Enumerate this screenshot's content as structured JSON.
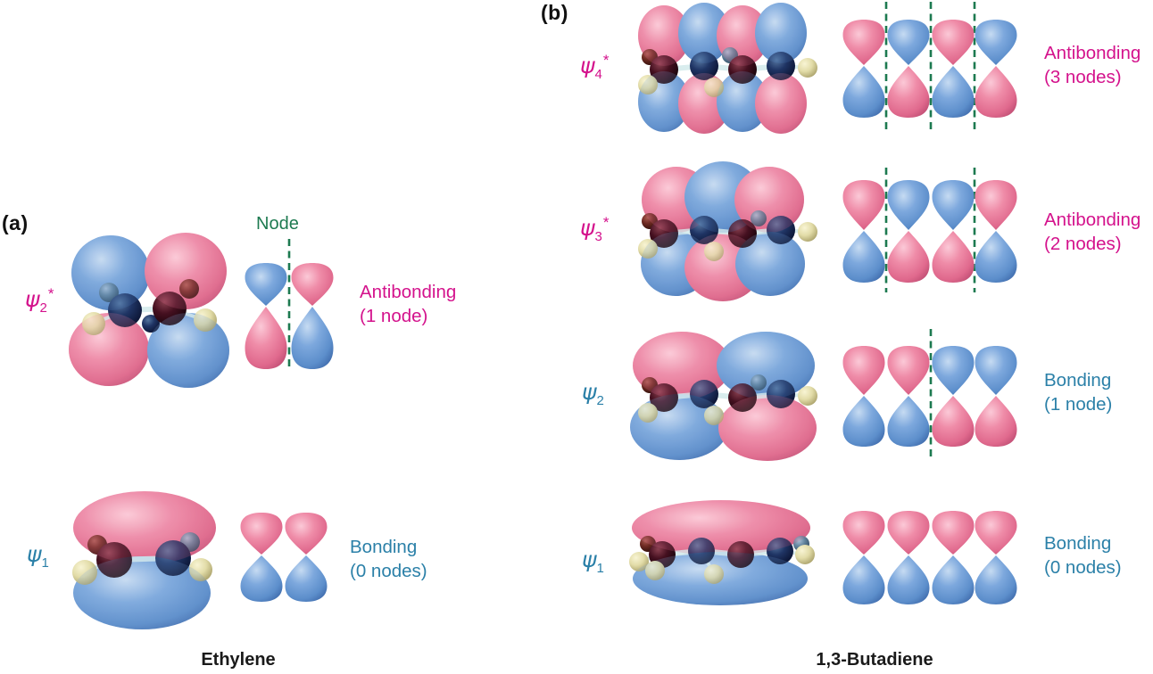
{
  "figure": {
    "panel_a_label": "(a)",
    "panel_b_label": "(b)",
    "node_annotation": "Node"
  },
  "colors": {
    "antibonding_text": "#d4128c",
    "bonding_text": "#2b80a8",
    "node_green": "#1d7a50",
    "lobe_pink": "#ec7f9e",
    "lobe_blue": "#6f9fd6",
    "carbon_dark": "#2a0d18",
    "hydrogen_pale": "#e2dca8"
  },
  "ethylene": {
    "name": "Ethylene",
    "rows": [
      {
        "id": "a1",
        "psi": {
          "symbol": "ψ",
          "sub": "2",
          "sup": "*"
        },
        "style": "antibonding",
        "label_line1": "Antibonding",
        "label_line2": "(1 node)",
        "node_count": 1,
        "p_orbital_top_phases": [
          "blue",
          "pink"
        ],
        "node_lines_after_orbital": [
          1
        ],
        "mo_top_lobes": [
          "blue",
          "pink"
        ]
      },
      {
        "id": "a2",
        "psi": {
          "symbol": "ψ",
          "sub": "1",
          "sup": ""
        },
        "style": "bonding",
        "label_line1": "Bonding",
        "label_line2": "(0 nodes)",
        "node_count": 0,
        "p_orbital_top_phases": [
          "pink",
          "pink"
        ],
        "node_lines_after_orbital": [],
        "mo_top_lobes": [
          "pink"
        ]
      }
    ]
  },
  "butadiene": {
    "name": "1,3-Butadiene",
    "rows": [
      {
        "id": "b1",
        "psi": {
          "symbol": "ψ",
          "sub": "4",
          "sup": "*"
        },
        "style": "antibonding",
        "label_line1": "Antibonding",
        "label_line2": "(3 nodes)",
        "node_count": 3,
        "p_orbital_top_phases": [
          "pink",
          "blue",
          "pink",
          "blue"
        ],
        "node_lines_after_orbital": [
          1,
          2,
          3
        ],
        "mo_top_lobes": [
          "pink",
          "blue",
          "pink",
          "blue"
        ]
      },
      {
        "id": "b2",
        "psi": {
          "symbol": "ψ",
          "sub": "3",
          "sup": "*"
        },
        "style": "antibonding",
        "label_line1": "Antibonding",
        "label_line2": "(2 nodes)",
        "node_count": 2,
        "p_orbital_top_phases": [
          "pink",
          "blue",
          "blue",
          "pink"
        ],
        "node_lines_after_orbital": [
          1,
          3
        ],
        "mo_top_lobes": [
          "pink",
          "blue",
          "pink"
        ]
      },
      {
        "id": "b3",
        "psi": {
          "symbol": "ψ",
          "sub": "2",
          "sup": ""
        },
        "style": "bonding",
        "label_line1": "Bonding",
        "label_line2": "(1 node)",
        "node_count": 1,
        "p_orbital_top_phases": [
          "pink",
          "pink",
          "blue",
          "blue"
        ],
        "node_lines_after_orbital": [
          2
        ],
        "mo_top_lobes": [
          "pink",
          "blue"
        ]
      },
      {
        "id": "b4",
        "psi": {
          "symbol": "ψ",
          "sub": "1",
          "sup": ""
        },
        "style": "bonding",
        "label_line1": "Bonding",
        "label_line2": "(0 nodes)",
        "node_count": 0,
        "p_orbital_top_phases": [
          "pink",
          "pink",
          "pink",
          "pink"
        ],
        "node_lines_after_orbital": [],
        "mo_top_lobes": [
          "pink"
        ]
      }
    ]
  }
}
